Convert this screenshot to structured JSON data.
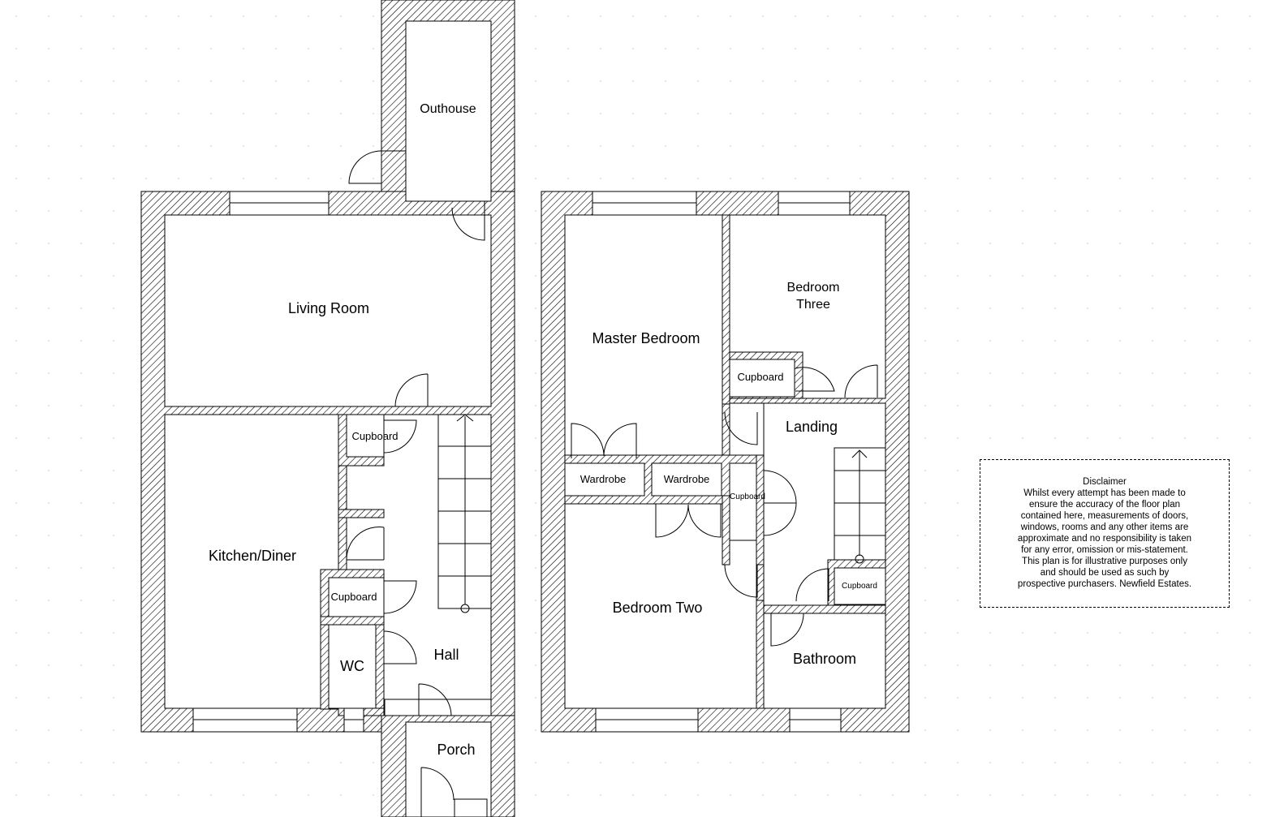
{
  "rooms": {
    "outhouse": "Outhouse",
    "living_room": "Living Room",
    "kitchen_diner": "Kitchen/Diner",
    "cupboard_upper": "Cupboard",
    "cupboard_lower": "Cupboard",
    "wc": "WC",
    "hall": "Hall",
    "porch": "Porch",
    "master_bedroom": "Master Bedroom",
    "bedroom_three_line1": "Bedroom",
    "bedroom_three_line2": "Three",
    "cupboard_bed3": "Cupboard",
    "landing": "Landing",
    "wardrobe_left": "Wardrobe",
    "wardrobe_right": "Wardrobe",
    "cupboard_landing": "Cupboard",
    "cupboard_stairs": "Cupboard",
    "bedroom_two": "Bedroom Two",
    "bathroom": "Bathroom"
  },
  "disclaimer": {
    "title": "Disclaimer",
    "lines": [
      "Whilst every attempt has been made to",
      "ensure the accuracy of the floor plan",
      "contained here, measurements of doors,",
      "windows, rooms and any other items are",
      "approximate and no responsibility is taken",
      "for any error, omission or mis-statement.",
      "This plan is for illustrative purposes only",
      "and should be used as such by",
      "prospective purchasers. Newfield Estates."
    ]
  }
}
